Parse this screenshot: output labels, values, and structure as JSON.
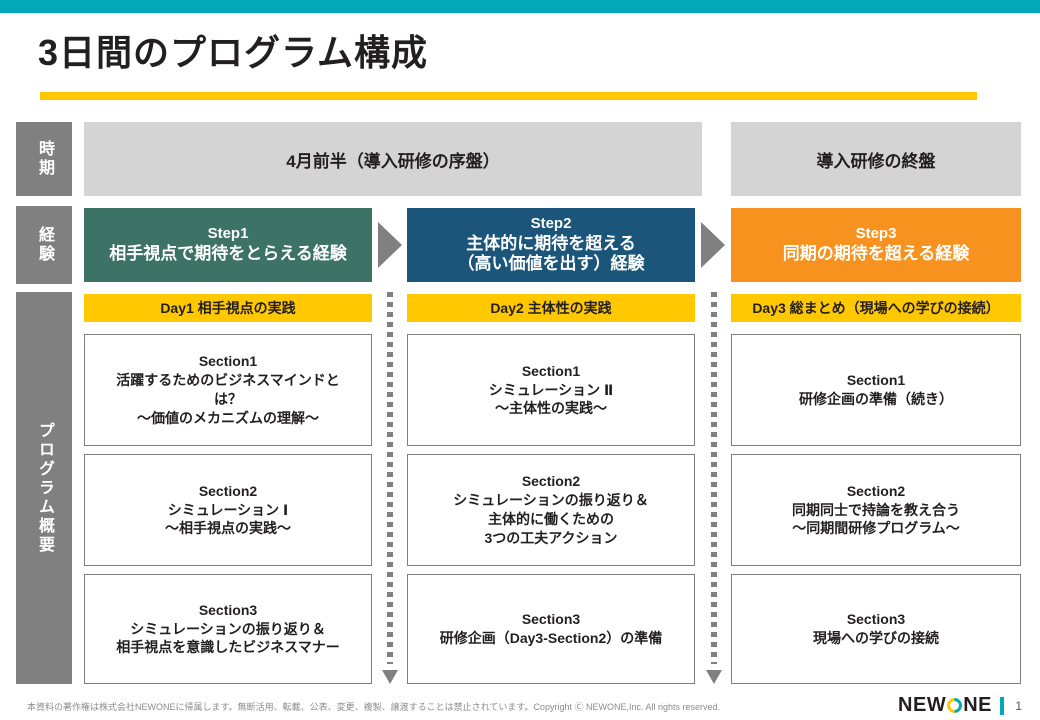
{
  "slide": {
    "title": "3日間のプログラム構成",
    "accent_top_color": "#00a9b7",
    "rule_color": "#ffc800"
  },
  "row_labels": {
    "period": "時期",
    "experience": "経験",
    "overview": "プログラム概要"
  },
  "period_row": {
    "left": "4月前半（導入研修の序盤）",
    "right": "導入研修の終盤"
  },
  "steps": [
    {
      "num": "Step1",
      "lines": [
        "相手視点で期待をとらえる経験"
      ],
      "color": "#3d7266"
    },
    {
      "num": "Step2",
      "lines": [
        "主体的に期待を超える",
        "（高い価値を出す）経験"
      ],
      "color": "#1b5579"
    },
    {
      "num": "Step3",
      "lines": [
        "同期の期待を超える経験"
      ],
      "color": "#f7921e"
    }
  ],
  "days": [
    {
      "header": "Day1  相手視点の実践",
      "sections": [
        {
          "title": "Section1",
          "lines": [
            "活躍するためのビジネスマインドと",
            "は？",
            "～価値のメカニズムの理解～"
          ]
        },
        {
          "title": "Section2",
          "lines": [
            "シミュレーション Ⅰ",
            "～相手視点の実践～"
          ]
        },
        {
          "title": "Section3",
          "lines": [
            "シミュレーションの振り返り＆",
            "相手視点を意識したビジネスマナー"
          ]
        }
      ]
    },
    {
      "header": "Day2  主体性の実践",
      "sections": [
        {
          "title": "Section1",
          "lines": [
            "シミュレーション Ⅱ",
            "～主体性の実践～"
          ]
        },
        {
          "title": "Section2",
          "lines": [
            "シミュレーションの振り返り＆",
            "主体的に働くための",
            "3つの工夫アクション"
          ]
        },
        {
          "title": "Section3",
          "lines": [
            "研修企画（Day3-Section2）の準備"
          ]
        }
      ]
    },
    {
      "header": "Day3  総まとめ（現場への学びの接続）",
      "sections": [
        {
          "title": "Section1",
          "lines": [
            "研修企画の準備（続き）"
          ]
        },
        {
          "title": "Section2",
          "lines": [
            "同期同士で持論を教え合う",
            "～同期間研修プログラム～"
          ]
        },
        {
          "title": "Section3",
          "lines": [
            "現場への学びの接続"
          ]
        }
      ]
    }
  ],
  "footer": {
    "copyright": "本資料の著作権は株式会社NEWONEに帰属します。無断活用、転載、公表、変更、複製、譲渡することは禁止されています。Copyright Ⓒ NEWONE,Inc.  All rights reserved.",
    "logo_left": "NEW",
    "logo_right": "NE",
    "page_number": "1"
  }
}
